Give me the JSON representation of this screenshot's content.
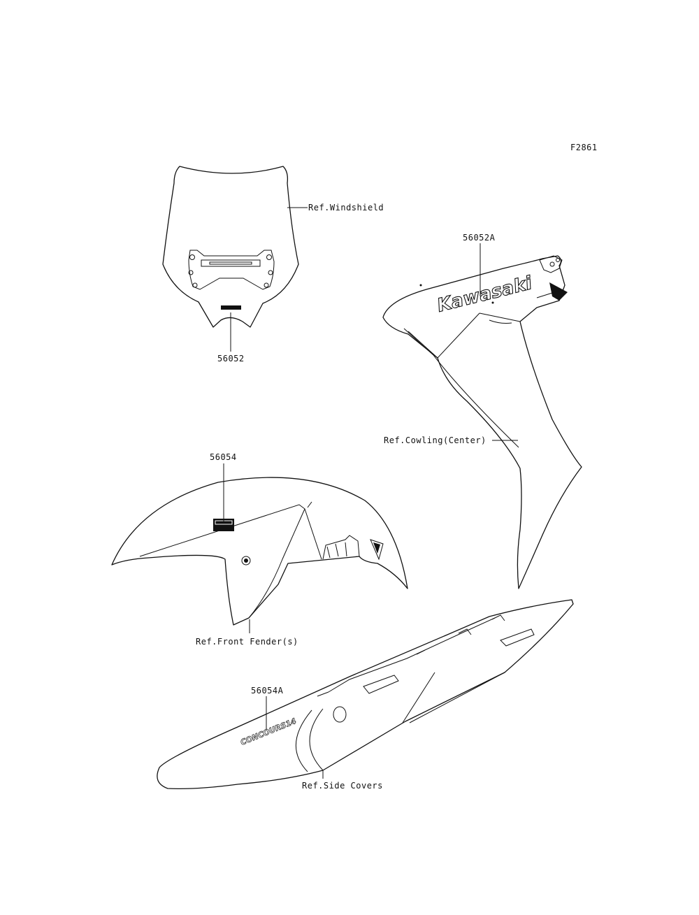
{
  "figure_id": "F2861",
  "labels": {
    "windshield": "Ref.Windshield",
    "windshield_part": "56052",
    "cowling_part": "56052A",
    "cowling": "Ref.Cowling(Center)",
    "fender_part": "56054",
    "fender": "Ref.Front Fender(s)",
    "side_part": "56054A",
    "side_covers": "Ref.Side Covers"
  },
  "emblems": {
    "cowling_logo": "Kawasaki",
    "side_logo": "CONCOURS14"
  }
}
